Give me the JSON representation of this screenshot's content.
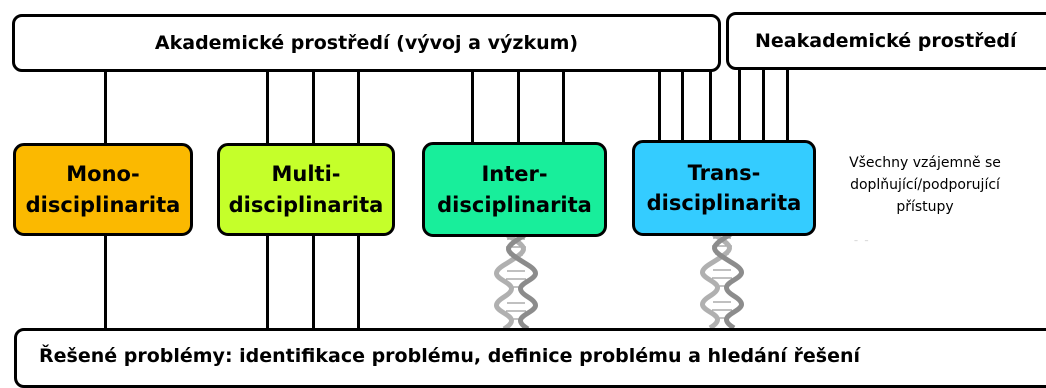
{
  "top": {
    "academic_label": "Akademické prostředí (vývoj a výzkum)",
    "nonacademic_label": "Neakademické prostředí"
  },
  "disciplines": [
    {
      "line1": "Mono-",
      "line2": "disciplinarita",
      "color": "#fbb900"
    },
    {
      "line1": "Multi-",
      "line2": "disciplinarita",
      "color": "#c5ff2a"
    },
    {
      "line1": "Inter-",
      "line2": "disciplinarita",
      "color": "#18ee9b"
    },
    {
      "line1": "Trans-",
      "line2": "disciplinarita",
      "color": "#34ccff"
    }
  ],
  "side_note": {
    "line1": "Všechny vzájemně se",
    "line2": "doplňující/podporující",
    "line3": "přístupy"
  },
  "bottom": {
    "problems_label": "Řešené problémy: identifikace problému, definice problému a hledání řešení"
  },
  "colors": {
    "border": "#000000",
    "helix": "#b0b0b0"
  }
}
